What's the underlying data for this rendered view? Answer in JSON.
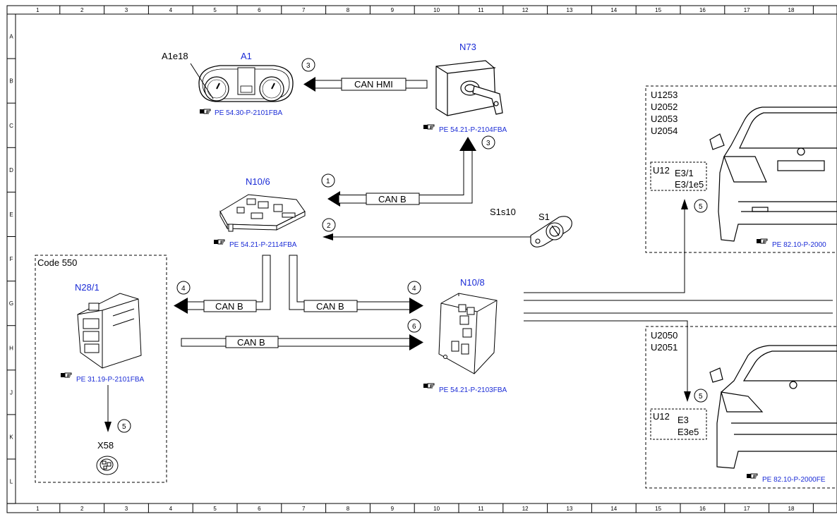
{
  "grid": {
    "columns": [
      "1",
      "2",
      "3",
      "4",
      "5",
      "6",
      "7",
      "8",
      "9",
      "10",
      "11",
      "12",
      "13",
      "14",
      "15",
      "16",
      "17",
      "18"
    ],
    "rows": [
      "A",
      "B",
      "C",
      "D",
      "E",
      "F",
      "G",
      "H",
      "J",
      "K",
      "L"
    ]
  },
  "components": {
    "a1": {
      "label": "A1",
      "sublabel": "A1e18",
      "ref": "PE 54.30-P-2101FBA"
    },
    "n73": {
      "label": "N73",
      "ref": "PE 54.21-P-2104FBA"
    },
    "n10_6": {
      "label": "N10/6",
      "ref": "PE 54.21-P-2114FBA"
    },
    "s1": {
      "label": "S1",
      "sublabel": "S1s10"
    },
    "n10_8": {
      "label": "N10/8",
      "ref": "PE 54.21-P-2103FBA"
    },
    "n28_1": {
      "label": "N28/1",
      "ref": "PE 31.19-P-2101FBA"
    },
    "x58": {
      "label": "X58"
    }
  },
  "code_box": {
    "label": "Code 550"
  },
  "upper_car": {
    "variants": [
      "U1253",
      "U2052",
      "U2053",
      "U2054"
    ],
    "u12": "U12",
    "lamps": [
      "E3/1",
      "E3/1e5"
    ],
    "ref": "PE 82.10-P-2000"
  },
  "lower_car": {
    "variants": [
      "U2050",
      "U2051"
    ],
    "u12": "U12",
    "lamps": [
      "E3",
      "E3e5"
    ],
    "ref": "PE 82.10-P-2000FE"
  },
  "buses": {
    "can_hmi": "CAN HMI",
    "can_b": "CAN B"
  },
  "markers": {
    "m1": "1",
    "m2": "2",
    "m3": "3",
    "m4": "4",
    "m5": "5",
    "m6": "6"
  }
}
